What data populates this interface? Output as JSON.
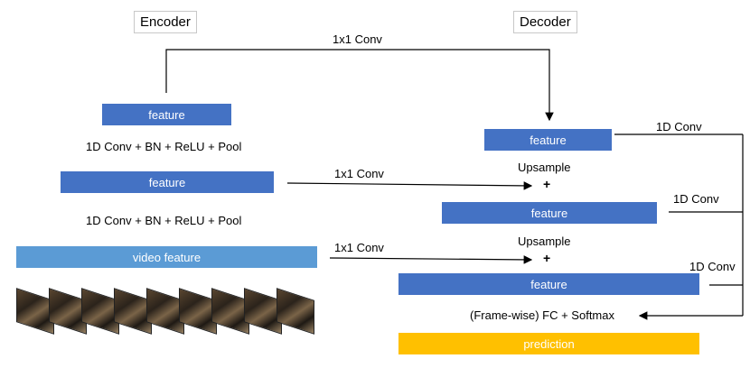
{
  "encoder": {
    "title": "Encoder",
    "feature_top": "feature",
    "block1": "1D Conv + BN + ReLU + Pool",
    "feature_mid": "feature",
    "block2": "1D Conv + BN + ReLU + Pool",
    "video_feature": "video feature"
  },
  "decoder": {
    "title": "Decoder",
    "feature1": "feature",
    "upsample1": "Upsample",
    "plus1": "+",
    "feature2": "feature",
    "upsample2": "Upsample",
    "plus2": "+",
    "feature3": "feature",
    "head": "(Frame-wise) FC + Softmax",
    "prediction": "prediction"
  },
  "connections": {
    "skip_top": "1x1 Conv",
    "skip_mid": "1x1 Conv",
    "skip_bottom": "1x1 Conv",
    "conv1": "1D Conv",
    "conv2": "1D Conv",
    "conv3": "1D Conv"
  },
  "colors": {
    "feature": "#4472c4",
    "video_feature": "#5b9bd5",
    "prediction": "#ffc000"
  },
  "video_frames": 9
}
